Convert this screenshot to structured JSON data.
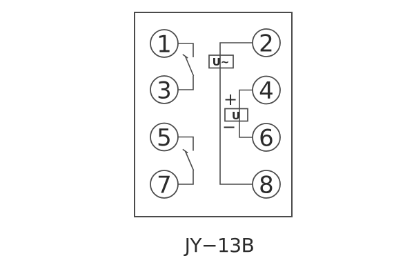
{
  "title": "JY−13B",
  "diagram": {
    "terminals": [
      "1",
      "2",
      "3",
      "4",
      "5",
      "6",
      "7",
      "8"
    ],
    "ac_source_label": "U~",
    "dc_source_label": "U",
    "dc_polarity": {
      "plus": "+",
      "minus": "−"
    },
    "colors": {
      "line": "#4a4a4a",
      "text": "#2b2b2b",
      "background": "#ffffff"
    }
  }
}
